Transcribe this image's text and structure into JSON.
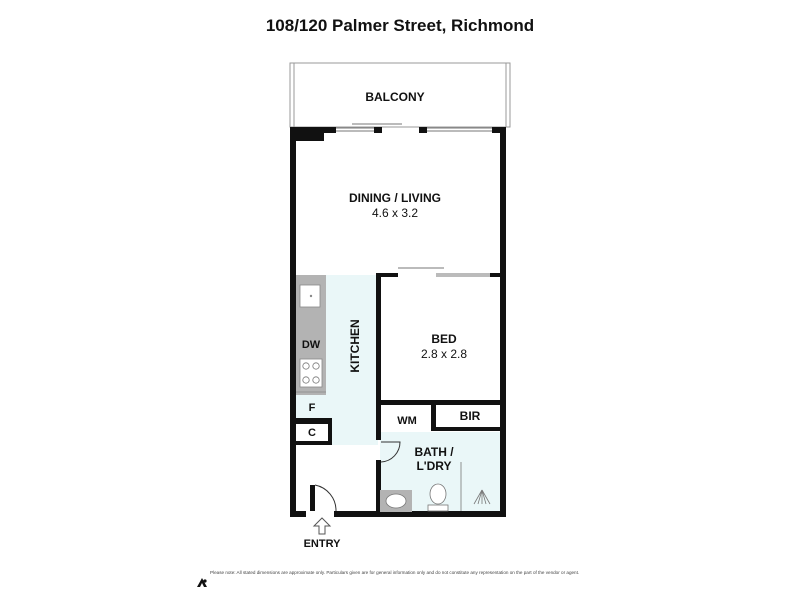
{
  "title": "108/120 Palmer Street, Richmond",
  "rooms": {
    "balcony": "BALCONY",
    "dining_living": "DINING / LIVING",
    "dining_living_dims": "4.6 x 3.2",
    "kitchen": "KITCHEN",
    "bed": "BED",
    "bed_dims": "2.8 x 2.8",
    "bir": "BIR",
    "wm": "WM",
    "bath_line1": "BATH /",
    "bath_line2": "L'DRY",
    "dw": "DW",
    "fridge": "F",
    "cupboard": "C",
    "entry": "ENTRY"
  },
  "disclaimer": "Please note: All stated dimensions are approximate only. Particulars given are for general information only and do not constitute any representation on the part of the vendor or agent.",
  "colors": {
    "wall": "#111111",
    "kitchen_fill": "#eaf7f8",
    "bath_fill": "#eaf7f8",
    "bench": "#b3b3b3"
  }
}
